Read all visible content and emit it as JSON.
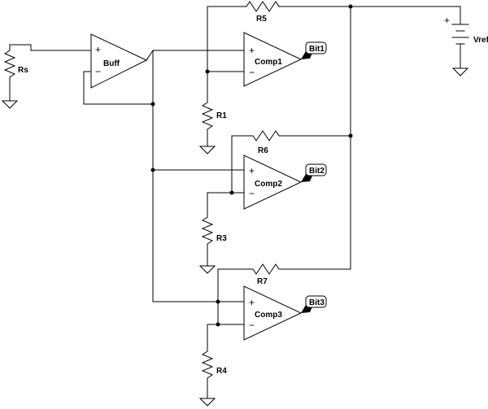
{
  "components": {
    "buffer": "Buff",
    "comparator_1": "Comp1",
    "comparator_2": "Comp2",
    "comparator_3": "Comp3",
    "source_resistor": "Rs",
    "resistor_1": "R1",
    "resistor_3": "R3",
    "resistor_4": "R4",
    "resistor_5": "R5",
    "resistor_6": "R6",
    "resistor_7": "R7",
    "reference_source": "Vref"
  },
  "outputs": {
    "bit_1": "Bit1",
    "bit_2": "Bit2",
    "bit_3": "Bit3"
  },
  "symbols": {
    "plus": "+",
    "minus": "−"
  }
}
